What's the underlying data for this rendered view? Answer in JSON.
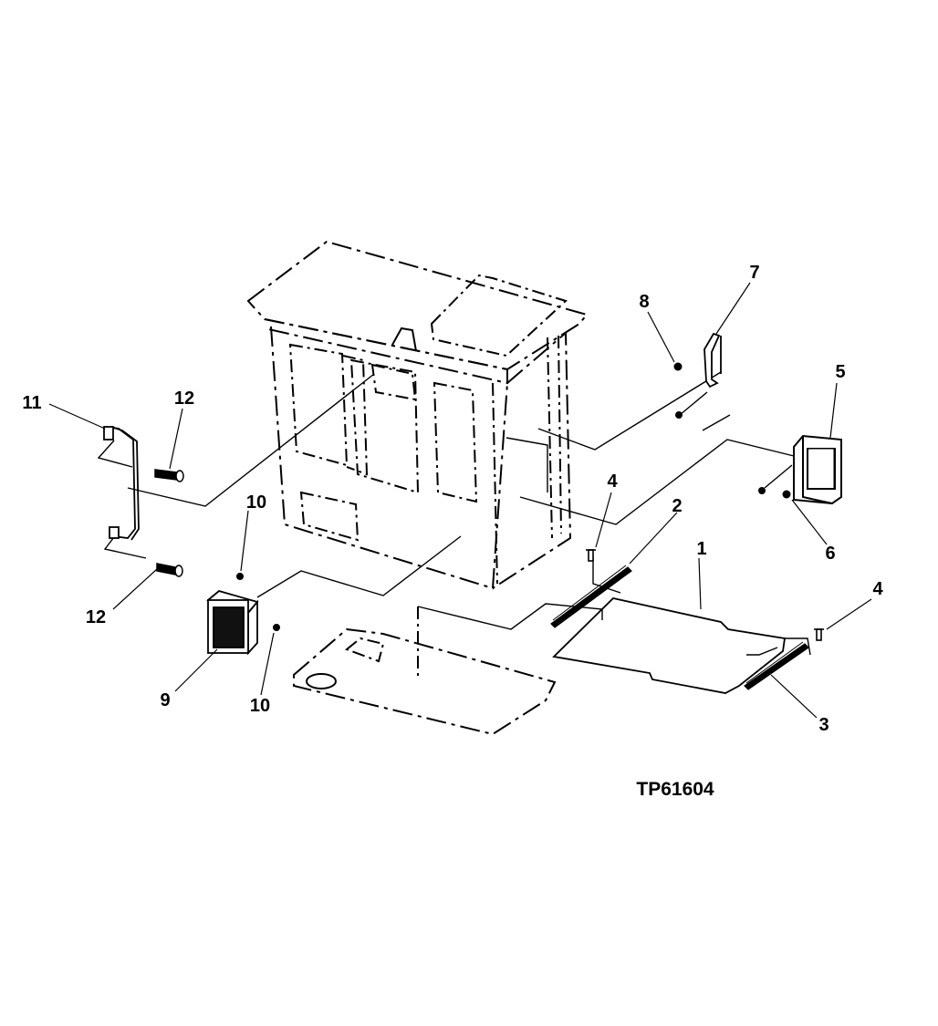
{
  "figure_id": "TP61604",
  "callouts": {
    "c1": "1",
    "c2": "2",
    "c3": "3",
    "c4a": "4",
    "c4b": "4",
    "c5": "5",
    "c6": "6",
    "c7": "7",
    "c8": "8",
    "c9": "9",
    "c10a": "10",
    "c10b": "10",
    "c11": "11",
    "c12a": "12",
    "c12b": "12"
  },
  "parts": [
    {
      "callout": "1",
      "icon": "floor-mat"
    },
    {
      "callout": "2",
      "icon": "seal-strip"
    },
    {
      "callout": "3",
      "icon": "seal-strip"
    },
    {
      "callout": "4",
      "icon": "rivet"
    },
    {
      "callout": "5",
      "icon": "dome-light"
    },
    {
      "callout": "6",
      "icon": "screw"
    },
    {
      "callout": "7",
      "icon": "bracket"
    },
    {
      "callout": "8",
      "icon": "screw"
    },
    {
      "callout": "9",
      "icon": "speaker-grille"
    },
    {
      "callout": "10",
      "icon": "screw"
    },
    {
      "callout": "11",
      "icon": "grab-handle"
    },
    {
      "callout": "12",
      "icon": "screw"
    }
  ],
  "colors": {
    "ink": "#000000",
    "background": "#ffffff"
  }
}
